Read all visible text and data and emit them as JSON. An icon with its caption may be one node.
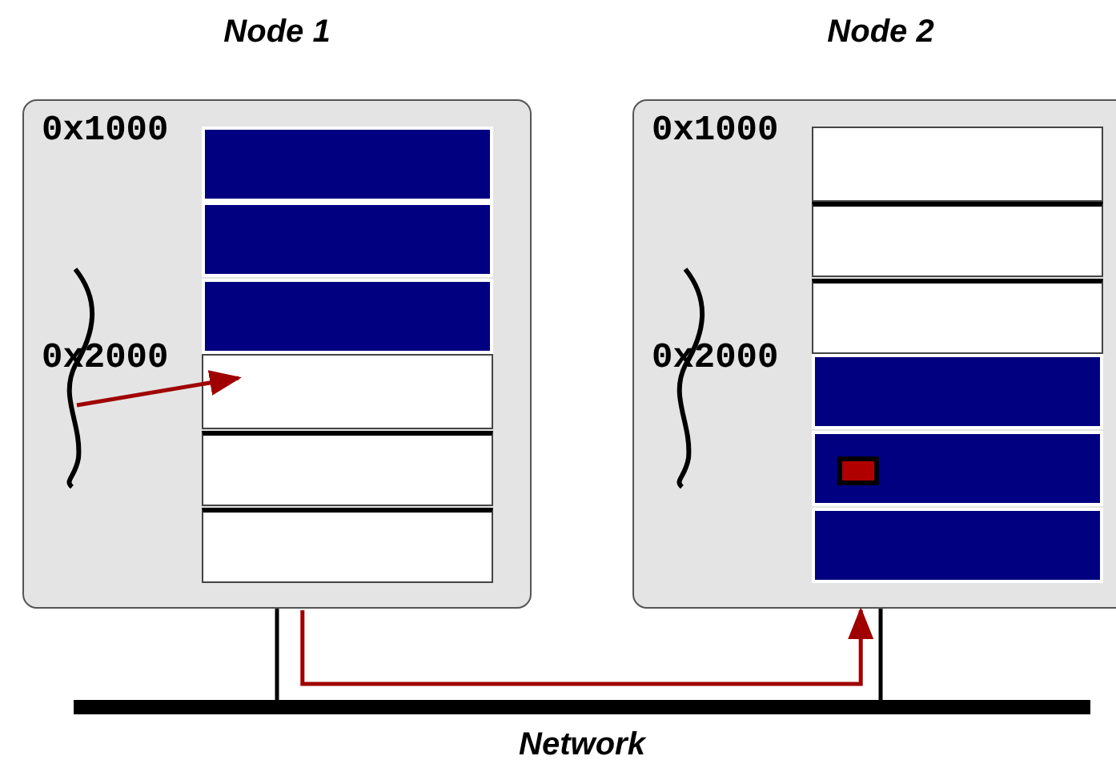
{
  "diagram": {
    "nodes": [
      {
        "text": [
          "Node 1"
        ]
      },
      {
        "text": [],
        "shape": "box",
        "in": 0
      },
      {
        "text": [],
        "shape": "box",
        "in": 0
      },
      {
        "text": [],
        "shape": "box",
        "in": 0
      },
      {
        "text": [],
        "shape": "box",
        "in": 0
      },
      {
        "text": [],
        "shape": "box",
        "in": 0
      },
      {
        "text": [],
        "shape": "box",
        "in": 0
      },
      {
        "text": [],
        "shape": "brace",
        "in": 0
      },
      {
        "text": [
          "Node 2"
        ]
      },
      {
        "text": [],
        "shape": "box",
        "in": 8
      },
      {
        "text": [],
        "shape": "box",
        "in": 8
      },
      {
        "text": [],
        "shape": "box",
        "in": 8
      },
      {
        "text": [],
        "shape": "box",
        "in": 8
      },
      {
        "text": [],
        "shape": "box",
        "in": 8
      },
      {
        "text": [],
        "shape": "box",
        "in": 8
      },
      {
        "text": [],
        "shape": "brace",
        "in": 8
      },
      {
        "text": [
          "Network"
        ]
      }
    ],
    "edges": [
      {
        "from": 7,
        "to": 4,
        "arrow": "to"
      },
      {
        "from": 0,
        "to": 8,
        "arrow": "to"
      },
      {
        "from": 0,
        "to": 16,
        "arrow": "none",
        "color": "#000000"
      },
      {
        "from": 8,
        "to": 16,
        "arrow": "none",
        "color": "#000000"
      }
    ],
    "labels": [
      "0x1000",
      "0x2000",
      "0x1000",
      "0x2000"
    ]
  }
}
